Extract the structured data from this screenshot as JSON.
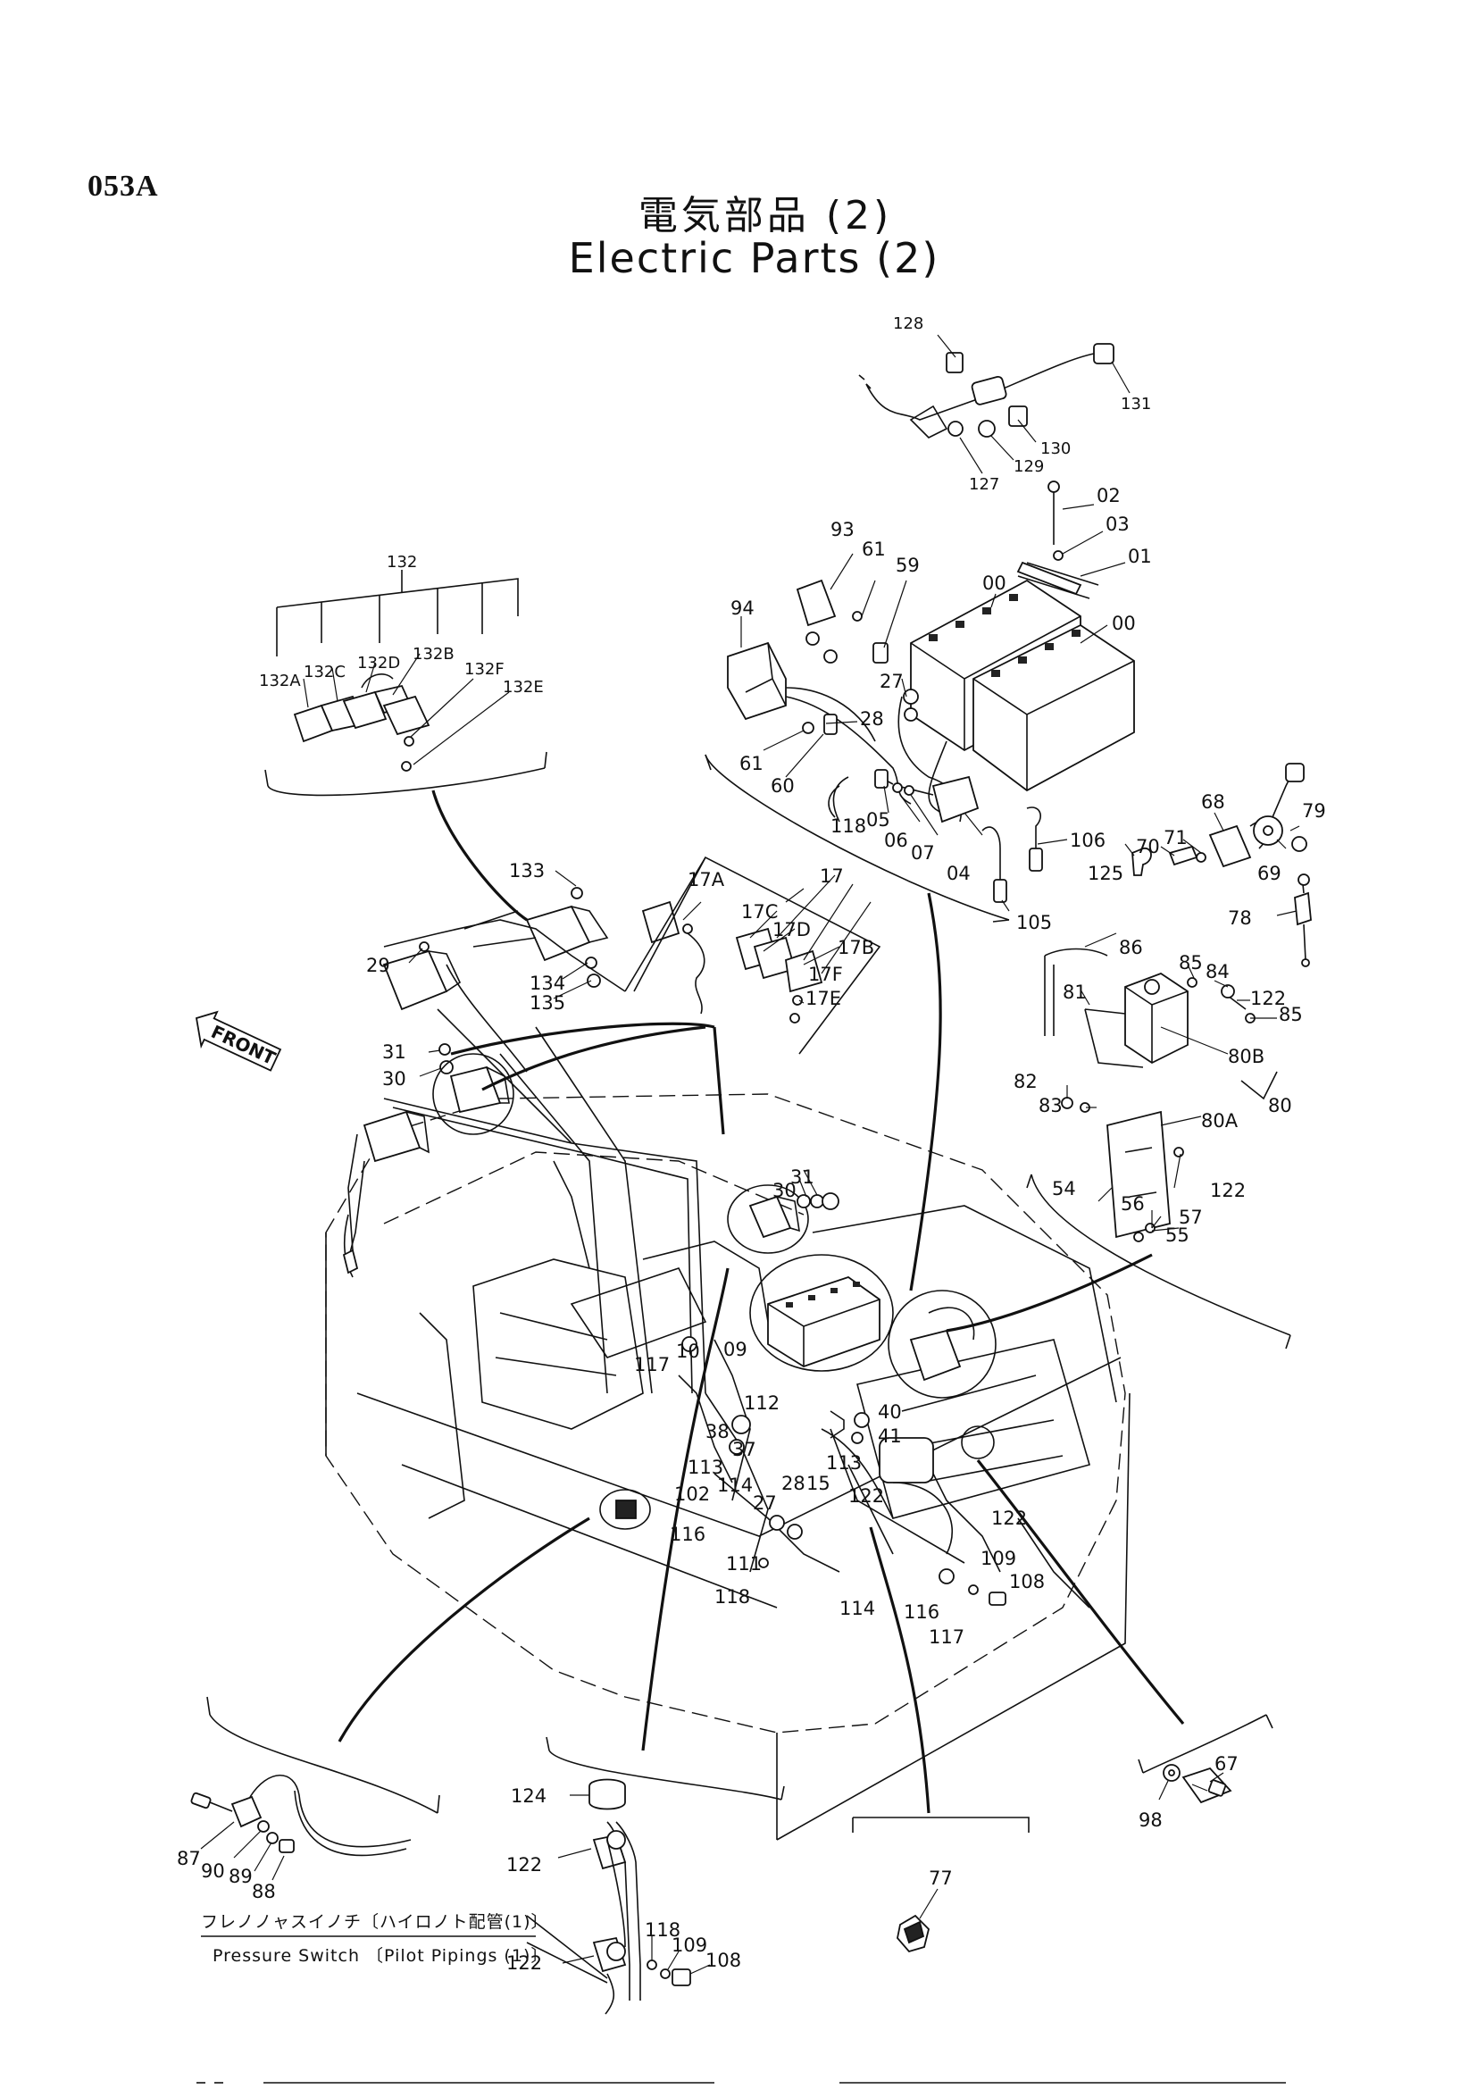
{
  "header": {
    "page_code": "053A",
    "title_jp": "電気部品 (2)",
    "title_en": "Electric Parts (2)"
  },
  "front_arrow": "FRONT",
  "caption": {
    "jp": "フレノノャスイノチ〔ハイロノト配管(1)〕",
    "en": "Pressure Switch 〔Pilot Pipings (1)〕"
  },
  "part_labels": [
    "128",
    "131",
    "130",
    "129",
    "127",
    "02",
    "03",
    "01",
    "00",
    "00",
    "93",
    "61",
    "59",
    "94",
    "27",
    "28",
    "61",
    "60",
    "118",
    "05",
    "06",
    "07",
    "04",
    "106",
    "105",
    "132",
    "132A",
    "132C",
    "132D",
    "132B",
    "132F",
    "132E",
    "133",
    "17",
    "17A",
    "17C",
    "17D",
    "17B",
    "17F",
    "17E",
    "29",
    "134",
    "135",
    "31",
    "30",
    "68",
    "79",
    "70",
    "71",
    "125",
    "69",
    "78",
    "86",
    "85",
    "84",
    "122",
    "85",
    "81",
    "80B",
    "82",
    "83",
    "80A",
    "80",
    "54",
    "56",
    "57",
    "55",
    "122",
    "31",
    "30",
    "10",
    "09",
    "117",
    "112",
    "38",
    "37",
    "113",
    "102",
    "114",
    "27",
    "28",
    "15",
    "116",
    "111",
    "118",
    "40",
    "41",
    "113",
    "122",
    "122",
    "109",
    "108",
    "117",
    "116",
    "114",
    "87",
    "90",
    "89",
    "88",
    "124",
    "122",
    "118",
    "109",
    "108",
    "122",
    "77",
    "98",
    "67"
  ]
}
